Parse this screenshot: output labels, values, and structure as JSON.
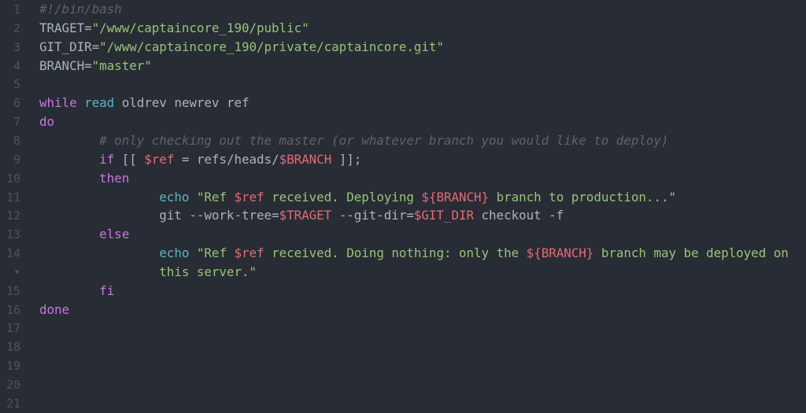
{
  "editor": {
    "language": "bash",
    "colors": {
      "background": "#282c34",
      "gutter": "#4b5263",
      "text": "#abb2bf",
      "keyword": "#c678dd",
      "builtin": "#56b6c2",
      "string": "#98c379",
      "variable": "#e06c75",
      "comment": "#5c6370"
    },
    "lines": [
      {
        "num": "1",
        "tokens": [
          {
            "t": "cm",
            "v": "#!/bin/bash"
          }
        ]
      },
      {
        "num": "2",
        "tokens": [
          {
            "t": "tx",
            "v": "TRAGET="
          },
          {
            "t": "str",
            "v": "\"/www/captaincore_190/public\""
          }
        ]
      },
      {
        "num": "3",
        "tokens": [
          {
            "t": "tx",
            "v": "GIT_DIR="
          },
          {
            "t": "str",
            "v": "\"/www/captaincore_190/private/captaincore.git\""
          }
        ]
      },
      {
        "num": "4",
        "tokens": [
          {
            "t": "tx",
            "v": "BRANCH="
          },
          {
            "t": "str",
            "v": "\"master\""
          }
        ]
      },
      {
        "num": "5",
        "tokens": []
      },
      {
        "num": "6",
        "tokens": [
          {
            "t": "kw",
            "v": "while"
          },
          {
            "t": "tx",
            "v": " "
          },
          {
            "t": "bi",
            "v": "read"
          },
          {
            "t": "tx",
            "v": " oldrev newrev ref"
          }
        ]
      },
      {
        "num": "7",
        "tokens": [
          {
            "t": "kw",
            "v": "do"
          }
        ]
      },
      {
        "num": "8",
        "tokens": [
          {
            "t": "tx",
            "v": "        "
          },
          {
            "t": "cm",
            "v": "# only checking out the master (or whatever branch you would like to deploy)"
          }
        ]
      },
      {
        "num": "9",
        "tokens": [
          {
            "t": "tx",
            "v": "        "
          },
          {
            "t": "kw",
            "v": "if"
          },
          {
            "t": "tx",
            "v": " [[ "
          },
          {
            "t": "var",
            "v": "$ref"
          },
          {
            "t": "tx",
            "v": " = refs/heads/"
          },
          {
            "t": "var",
            "v": "$BRANCH"
          },
          {
            "t": "tx",
            "v": " ]];"
          }
        ]
      },
      {
        "num": "10",
        "tokens": [
          {
            "t": "tx",
            "v": "        "
          },
          {
            "t": "kw",
            "v": "then"
          }
        ]
      },
      {
        "num": "11",
        "tokens": [
          {
            "t": "tx",
            "v": "                "
          },
          {
            "t": "bi",
            "v": "echo"
          },
          {
            "t": "tx",
            "v": " "
          },
          {
            "t": "str",
            "v": "\"Ref "
          },
          {
            "t": "var",
            "v": "$ref"
          },
          {
            "t": "str",
            "v": " received. Deploying "
          },
          {
            "t": "var",
            "v": "${BRANCH}"
          },
          {
            "t": "str",
            "v": " branch to production...\""
          }
        ]
      },
      {
        "num": "12",
        "tokens": [
          {
            "t": "tx",
            "v": "                git --work-tree="
          },
          {
            "t": "var",
            "v": "$TRAGET"
          },
          {
            "t": "tx",
            "v": " --git-dir="
          },
          {
            "t": "var",
            "v": "$GIT_DIR"
          },
          {
            "t": "tx",
            "v": " checkout -f"
          }
        ]
      },
      {
        "num": "13",
        "tokens": [
          {
            "t": "tx",
            "v": "        "
          },
          {
            "t": "kw",
            "v": "else"
          }
        ]
      },
      {
        "num": "14",
        "tokens": [
          {
            "t": "tx",
            "v": "                "
          },
          {
            "t": "bi",
            "v": "echo"
          },
          {
            "t": "tx",
            "v": " "
          },
          {
            "t": "str",
            "v": "\"Ref "
          },
          {
            "t": "var",
            "v": "$ref"
          },
          {
            "t": "str",
            "v": " received. Doing nothing: only the "
          },
          {
            "t": "var",
            "v": "${BRANCH}"
          },
          {
            "t": "str",
            "v": " branch may be deployed on"
          }
        ]
      },
      {
        "num": "•",
        "wrap": true,
        "tokens": [
          {
            "t": "tx",
            "v": "                "
          },
          {
            "t": "str",
            "v": "this server.\""
          }
        ]
      },
      {
        "num": "15",
        "tokens": [
          {
            "t": "tx",
            "v": "        "
          },
          {
            "t": "kw",
            "v": "fi"
          }
        ]
      },
      {
        "num": "16",
        "tokens": [
          {
            "t": "kw",
            "v": "done"
          }
        ]
      },
      {
        "num": "17",
        "tokens": []
      },
      {
        "num": "18",
        "tokens": []
      },
      {
        "num": "19",
        "tokens": []
      },
      {
        "num": "20",
        "tokens": []
      },
      {
        "num": "21",
        "tokens": []
      }
    ]
  }
}
